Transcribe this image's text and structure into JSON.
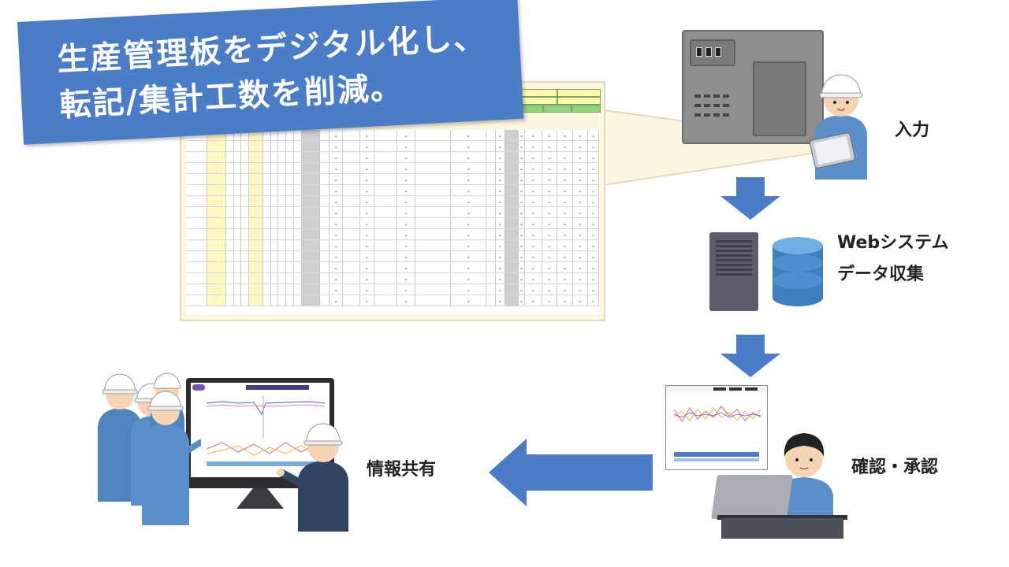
{
  "banner": {
    "line1": "生産管理板をデジタル化し、",
    "line2": "転記/集計工数を削減。"
  },
  "steps": {
    "input": "入力",
    "web_system": "Webシステム",
    "data_collection": "データ収集",
    "review": "確認・承認",
    "share": "情報共有"
  },
  "colors": {
    "banner": "#4a7cc7",
    "arrow": "#4a7cc7",
    "sheet_bg": "#fbf6df"
  },
  "icons": {
    "input": "operator-with-tablet-icon",
    "database": "server-database-icon",
    "review": "worker-with-laptop-icon",
    "share": "team-viewing-dashboard-icon"
  }
}
